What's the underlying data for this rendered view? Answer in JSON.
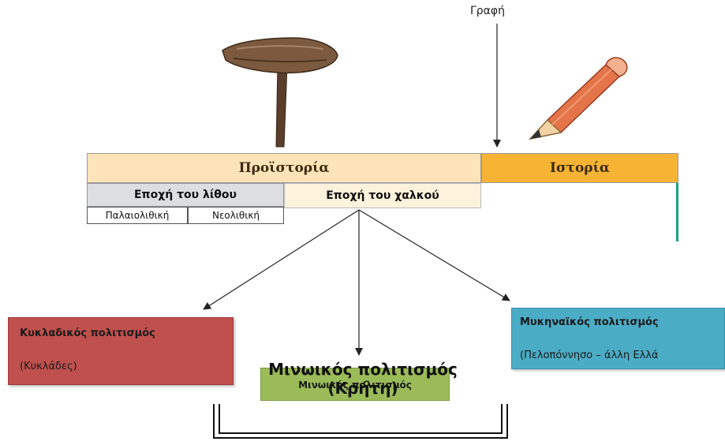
{
  "labels": {
    "writing": "Γραφή",
    "prehistory": "Προϊστορία",
    "history": "Ιστορία",
    "stone_age": "Εποχή του λίθου",
    "bronze_age": "Εποχή του χαλκού",
    "paleolithic": "Παλαιολιθική",
    "neolithic": "Νεολιθική"
  },
  "civilizations": {
    "cycladic": {
      "title": "Κυκλαδικός πολιτισμός",
      "region": "(Κυκλάδες)",
      "color": "#c0504d"
    },
    "minoan": {
      "title_small": "Μινωικός πολιτισμός",
      "title": "Μινωικός πολιτισμός",
      "region": "(Κρήτη)",
      "color": "#9bbb59"
    },
    "mycenaean": {
      "title": "Μυκηναϊκός πολιτισμός",
      "region": "(Πελοπόννησο – άλλη Ελλά",
      "color": "#4bacc6"
    }
  },
  "colors": {
    "prehistory": "#fde4b8",
    "history": "#f7b434",
    "stone_age": "#dcdedf",
    "bronze_age": "#fdf2dc",
    "accent_line": "#1a9e8a"
  },
  "icons": [
    "stone-hammer-icon",
    "pencil-icon"
  ]
}
